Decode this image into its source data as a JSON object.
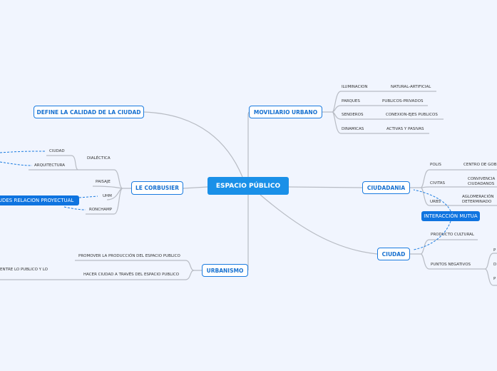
{
  "center": "ESPACIO PÚBLICO",
  "branches": {
    "calidad": "DEFINE LA CALIDAD DE LA CIUDAD",
    "mobiliario": {
      "label": "MOVILIARIO URBANO",
      "items": [
        [
          "ILUMINACION",
          "NATURAL-ARTIFICIAL"
        ],
        [
          "PARQUES",
          "PUBLICOS-PRIVADOS"
        ],
        [
          "SENDEROS",
          "CONEXION-EJES PUBLICOS"
        ],
        [
          "DINAMICAS",
          "ACTIVAS Y PASIVAS"
        ]
      ]
    },
    "corbusier": {
      "label": "LE CORBUSIER",
      "dialectica": "DIALÉCTICA",
      "ciudad": "CIUDAD",
      "arquitectura": "ARQUITECTURA",
      "paisaje": "PAISAJE",
      "uhm": "UHM",
      "ronchamp": "RONCHAMP",
      "actitudes": "ACTITUDES RELACION PROYECTUAL"
    },
    "ciudadania": {
      "label": "CIUDADANIA",
      "polis": "POLIS",
      "polis_desc": "CENTRO DE GOB",
      "civitas": "CIVITAS",
      "civitas_desc1": "CONVIVENCIA",
      "civitas_desc2": "CIUDADANOS",
      "urbs": "URBS",
      "urbs_desc1": "AGLOMERACIÓN",
      "urbs_desc2": "DETERMINADO"
    },
    "interaccion": "INTERACCIÓN MUTUA",
    "ciudad": {
      "label": "CIUDAD",
      "producto": "PRODUCTO CULTURAL",
      "negativos": "PUNTOS NEGATIVOS",
      "n1": "P",
      "n2": "D",
      "n3": "P"
    },
    "urbanismo": {
      "label": "URBANISMO",
      "promover": "PROMOVER LA PRODUCCIÓN DEL ESPACIO PUBLICO",
      "hacer": "HACER CIUDAD A TRAVÉS DEL ESPACIO PUBLICO",
      "entre": "ENTRE LO PUBLICO Y LO"
    }
  },
  "colors": {
    "accent": "#1a7be0",
    "line": "#b8bcc4"
  }
}
